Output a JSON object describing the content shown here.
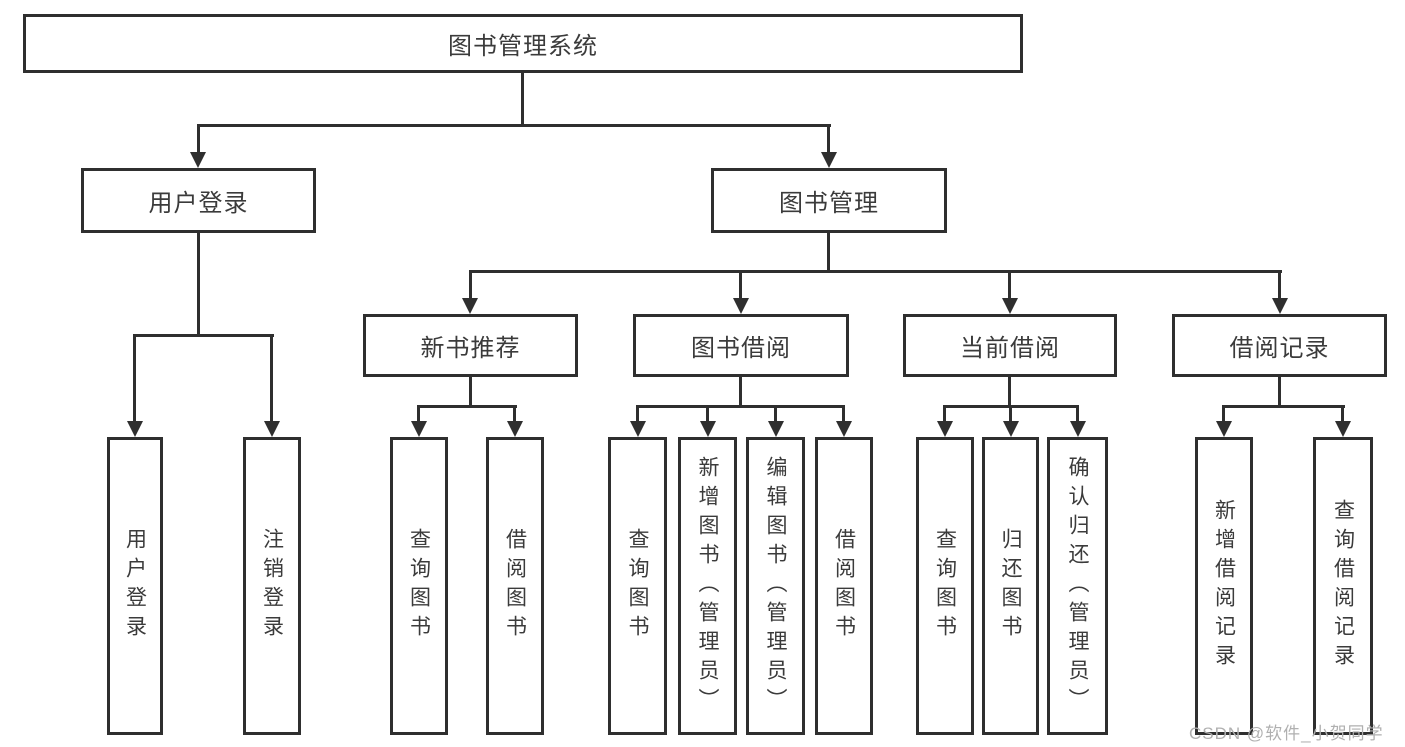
{
  "tree": {
    "label": "图书管理系统",
    "children": [
      {
        "label": "用户登录",
        "children": [
          {
            "label": "用户登录"
          },
          {
            "label": "注销登录"
          }
        ]
      },
      {
        "label": "图书管理",
        "children": [
          {
            "label": "新书推荐",
            "children": [
              {
                "label": "查询图书"
              },
              {
                "label": "借阅图书"
              }
            ]
          },
          {
            "label": "图书借阅",
            "children": [
              {
                "label": "查询图书"
              },
              {
                "label": "新增图书（管理员）"
              },
              {
                "label": "编辑图书（管理员）"
              },
              {
                "label": "借阅图书"
              }
            ]
          },
          {
            "label": "当前借阅",
            "children": [
              {
                "label": "查询图书"
              },
              {
                "label": "归还图书"
              },
              {
                "label": "确认归还（管理员）"
              }
            ]
          },
          {
            "label": "借阅记录",
            "children": [
              {
                "label": "新增借阅记录"
              },
              {
                "label": "查询借阅记录"
              }
            ]
          }
        ]
      }
    ]
  },
  "watermark": {
    "text": "CSDN @软件_小贺同学"
  },
  "colors": {
    "line": "#2f2f2f",
    "text": "#3b3b3b",
    "watermark": "#b0b0b0",
    "background": "#ffffff"
  }
}
